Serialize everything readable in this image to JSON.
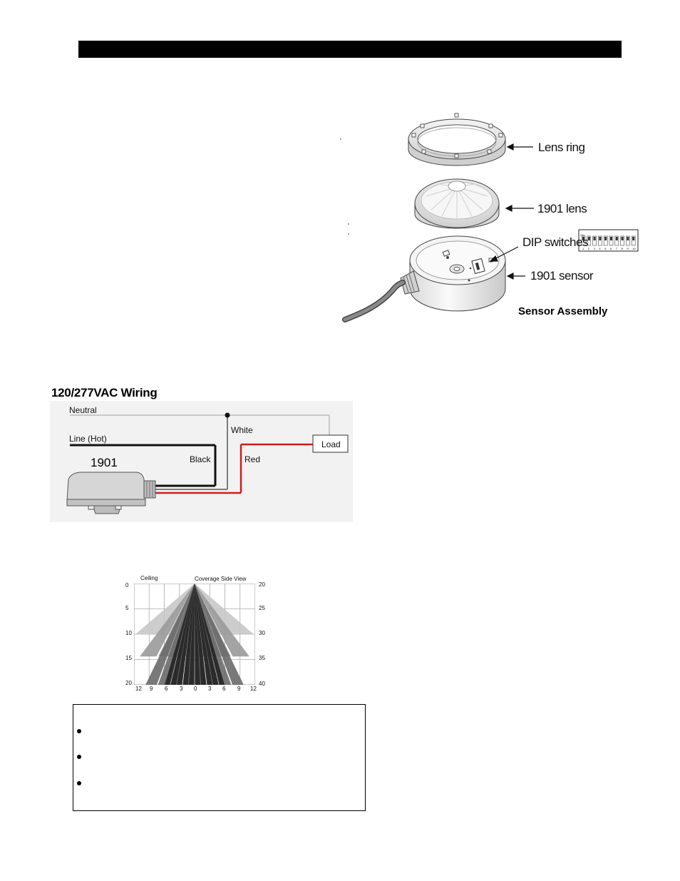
{
  "assembly": {
    "callouts": {
      "lens_ring": "Lens ring",
      "lens": "1901 lens",
      "dip": "DIP switches",
      "sensor": "1901 sensor"
    },
    "caption": "Sensor Assembly",
    "dip_numbers": [
      "1",
      "2",
      "3",
      "4",
      "5",
      "6",
      "7",
      "8",
      "9",
      "10"
    ]
  },
  "wiring": {
    "title": "120/277VAC Wiring",
    "neutral": "Neutral",
    "line": "Line (Hot)",
    "model": "1901",
    "white": "White",
    "black": "Black",
    "red": "Red",
    "load": "Load",
    "colors": {
      "red": "#cc1f1f",
      "black": "#111111",
      "neutral": "#bbbbbb"
    }
  },
  "coverage": {
    "ceiling": "Ceiling",
    "title": "Coverage Side View",
    "left_ticks": [
      "0",
      "5",
      "10",
      "15",
      "20"
    ],
    "right_ticks": [
      "20",
      "25",
      "30",
      "35",
      "40"
    ],
    "bottom_ticks": [
      "12",
      "9",
      "6",
      "3",
      "0",
      "3",
      "6",
      "9",
      "12"
    ]
  },
  "notes": {
    "bullets": [
      "",
      "",
      ""
    ]
  }
}
